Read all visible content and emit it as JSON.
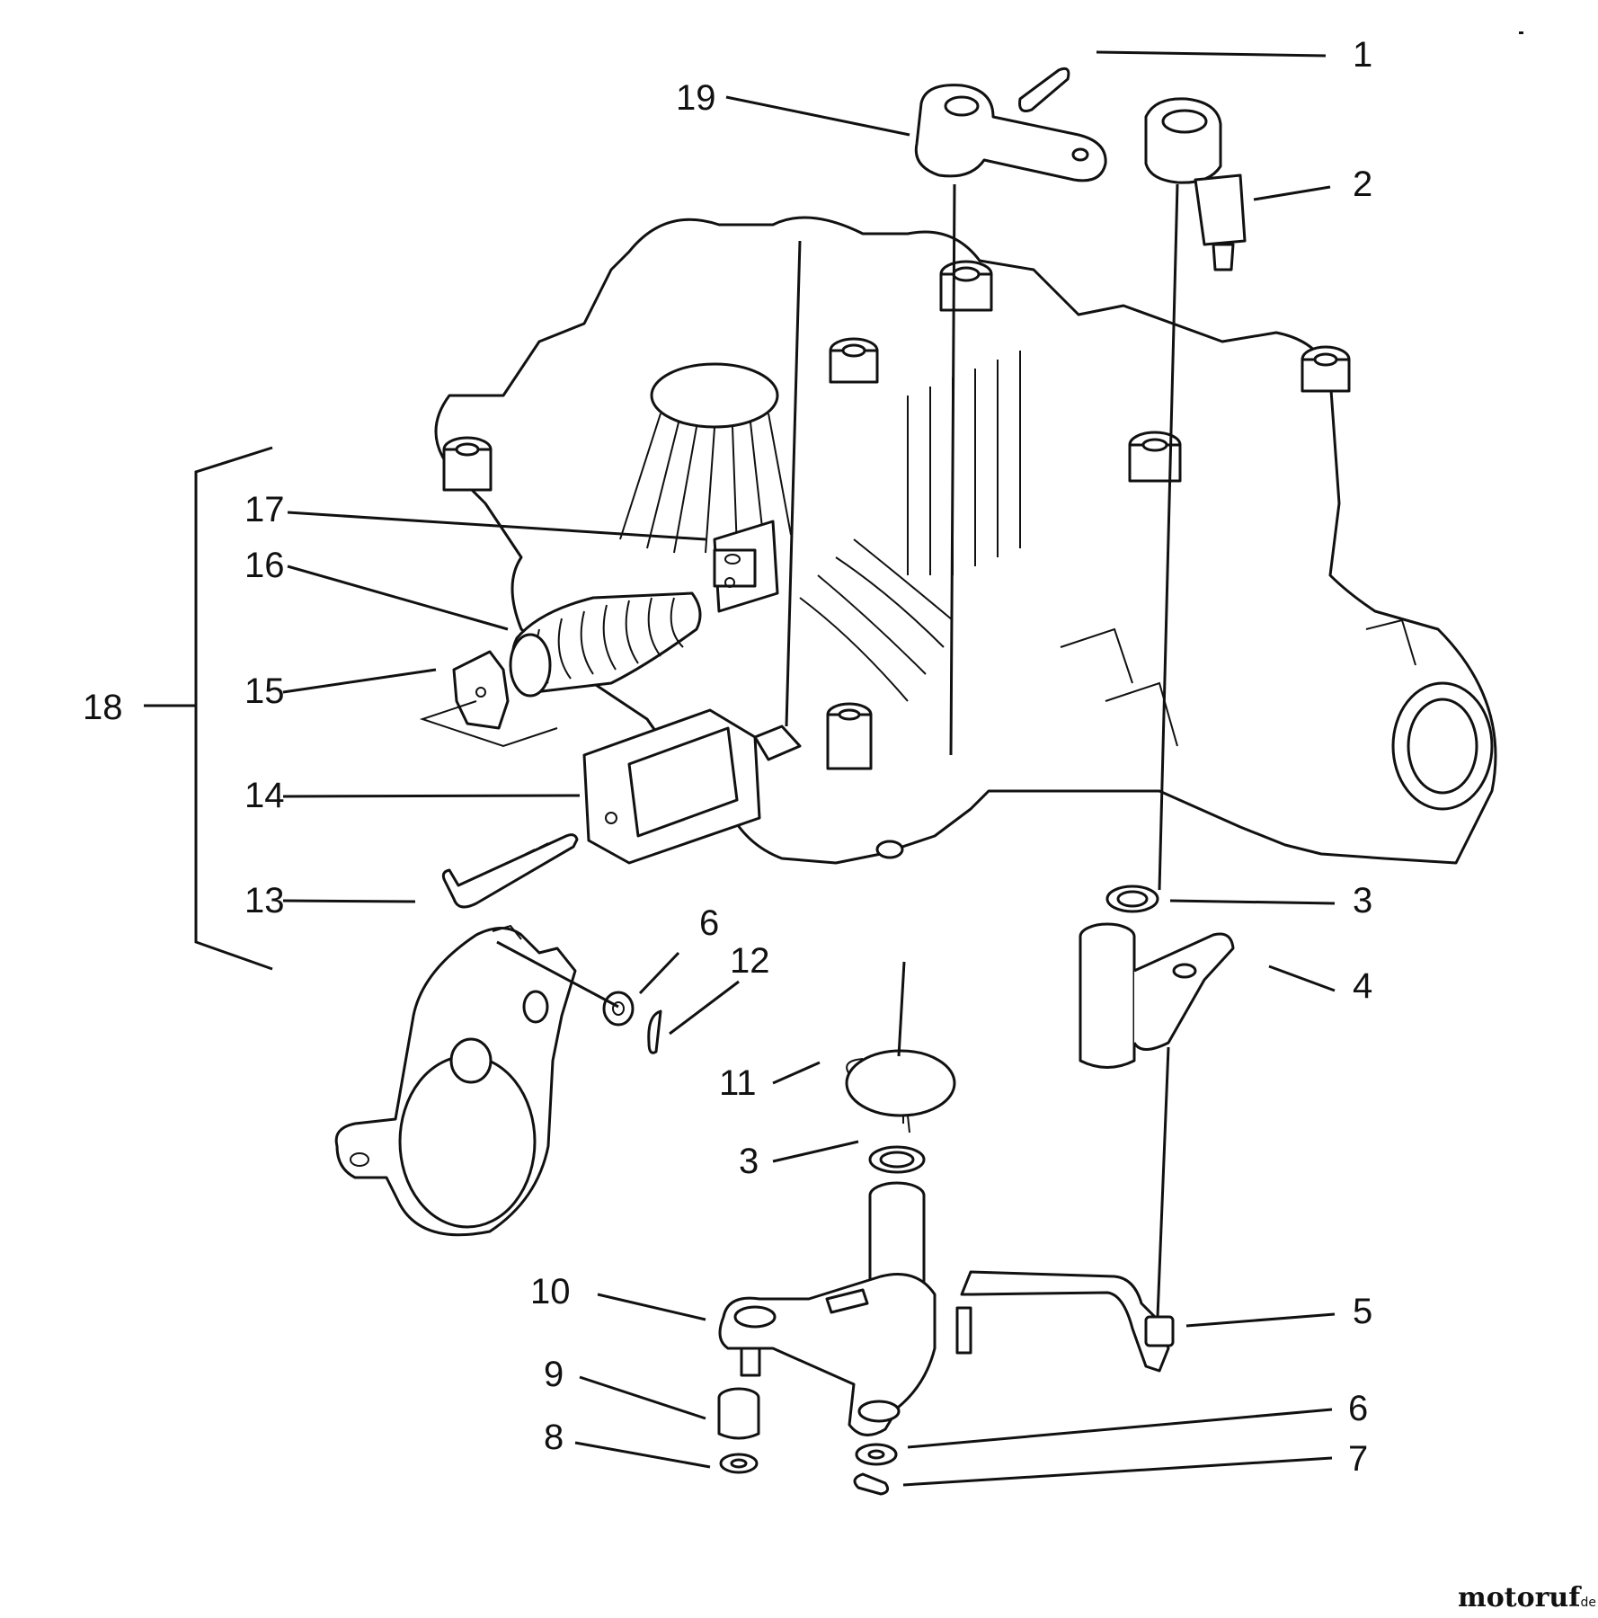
{
  "callouts": [
    {
      "id": "c1",
      "label": "1"
    },
    {
      "id": "c2",
      "label": "2"
    },
    {
      "id": "c3a",
      "label": "3"
    },
    {
      "id": "c4",
      "label": "4"
    },
    {
      "id": "c5",
      "label": "5"
    },
    {
      "id": "c6a",
      "label": "6"
    },
    {
      "id": "c7",
      "label": "7"
    },
    {
      "id": "c8",
      "label": "8"
    },
    {
      "id": "c9",
      "label": "9"
    },
    {
      "id": "c10",
      "label": "10"
    },
    {
      "id": "c11",
      "label": "11"
    },
    {
      "id": "c12",
      "label": "12"
    },
    {
      "id": "c13",
      "label": "13"
    },
    {
      "id": "c14",
      "label": "14"
    },
    {
      "id": "c15",
      "label": "15"
    },
    {
      "id": "c16",
      "label": "16"
    },
    {
      "id": "c17",
      "label": "17"
    },
    {
      "id": "c18",
      "label": "18"
    },
    {
      "id": "c19",
      "label": "19"
    },
    {
      "id": "c3b",
      "label": "3"
    },
    {
      "id": "c6b",
      "label": "6"
    }
  ],
  "watermark": {
    "brand": "motoruf",
    "suffix": ".de",
    "brand_color": "#3a4a8c",
    "accent_color": "#c0392b"
  }
}
